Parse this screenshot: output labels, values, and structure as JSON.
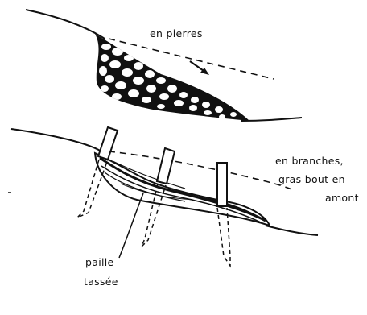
{
  "labels": {
    "stone": "en pierres",
    "branches_line1": "en branches,",
    "branches_line2": "gras bout en",
    "branches_line3": "amont",
    "straw_line1": "paille",
    "straw_line2": "tassée"
  },
  "colors": {
    "ink": "#111111",
    "paper": "#ffffff"
  }
}
